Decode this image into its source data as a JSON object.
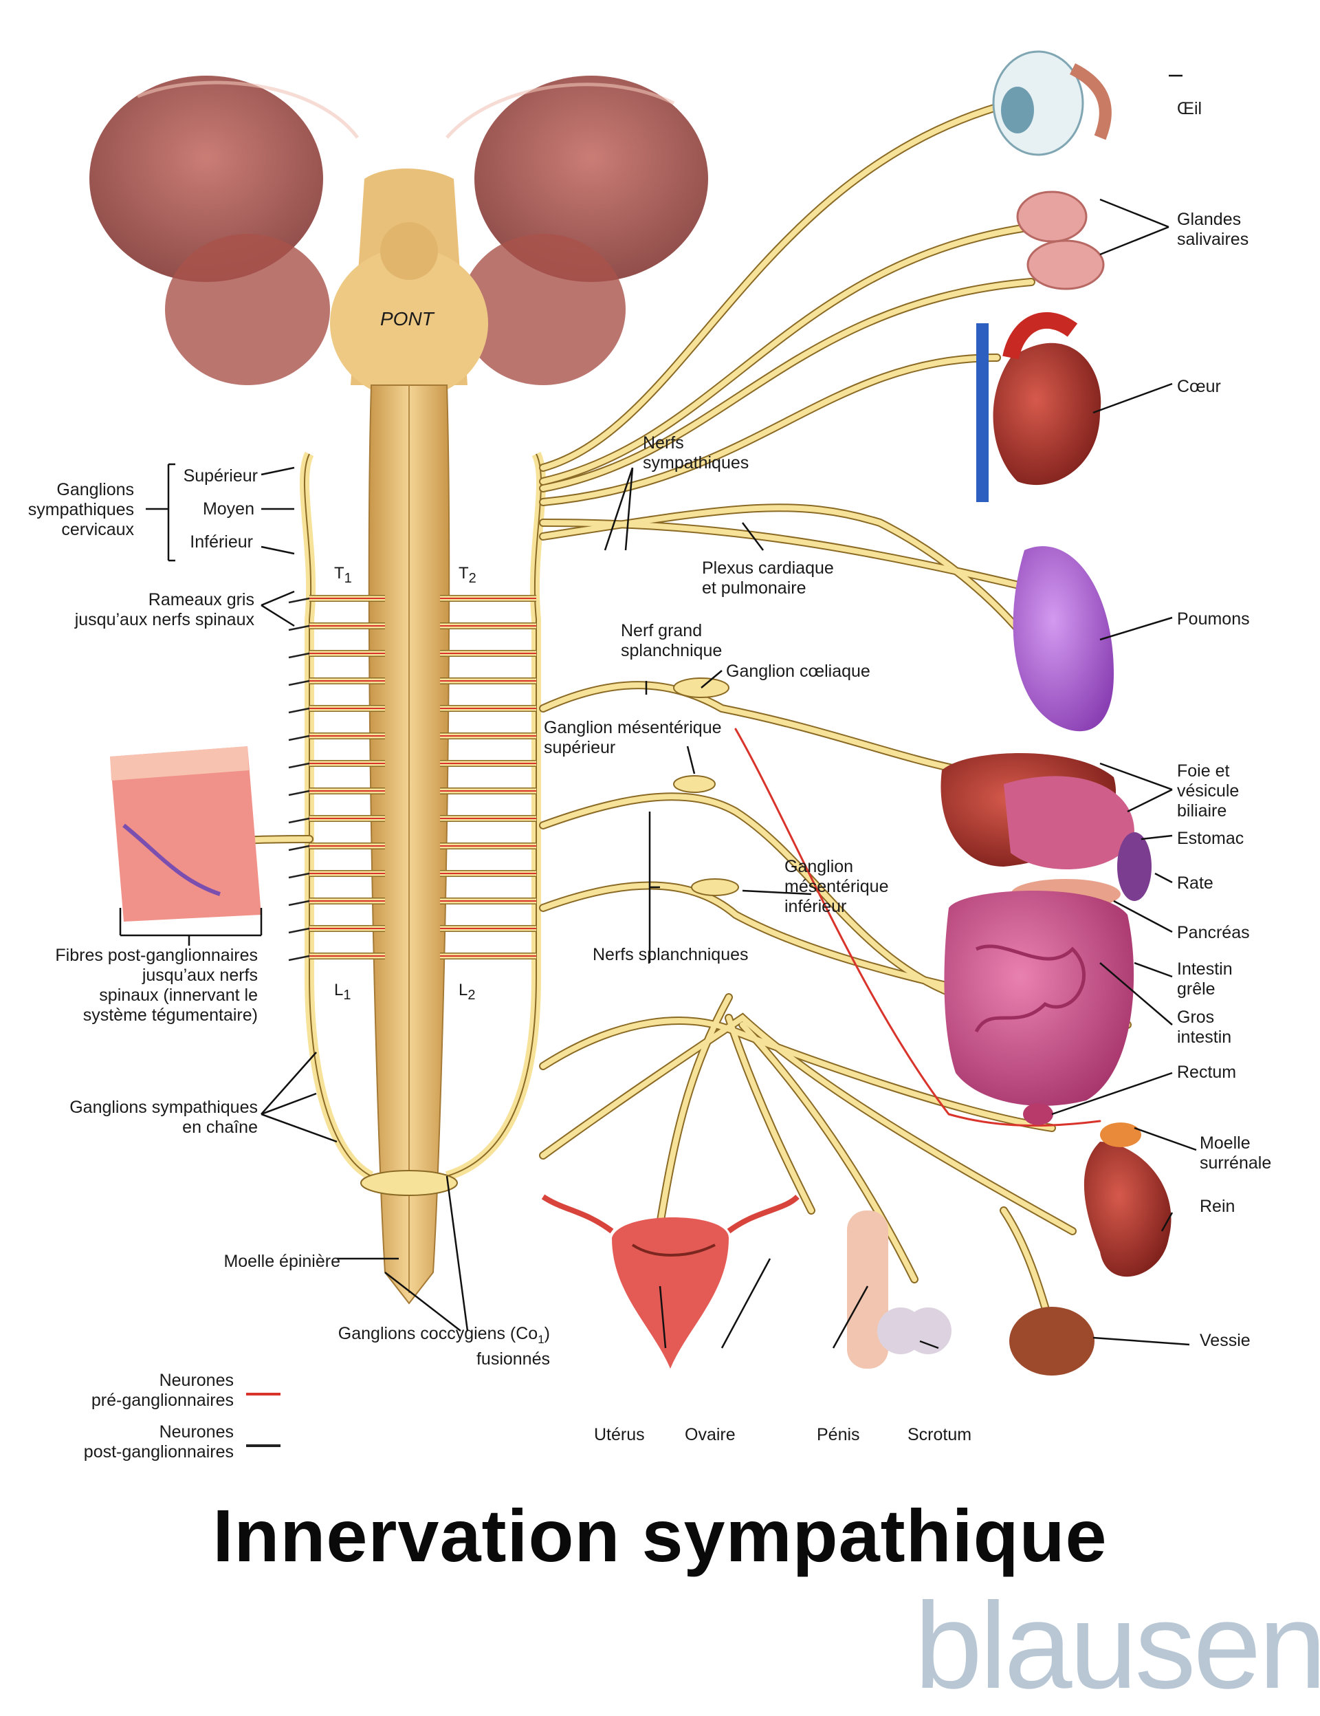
{
  "title": "Innervation sympathique",
  "brand": "blausen",
  "center": {
    "pont": "PONT",
    "t1": "T",
    "t1_sub": "1",
    "t2": "T",
    "t2_sub": "2",
    "l1": "L",
    "l1_sub": "1",
    "l2": "L",
    "l2_sub": "2"
  },
  "labels": {
    "ganglions_cervicaux": "Ganglions\nsympathiques\ncervicaux",
    "superieur": "Supérieur",
    "moyen": "Moyen",
    "inferieur": "Inférieur",
    "rameaux_gris": "Rameaux gris\njusqu’aux nerfs spinaux",
    "fibres_post": "Fibres post-ganglionnaires\njusqu’aux nerfs\nspinaux (innervant le\nsystème tégumentaire)",
    "ganglions_chaine": "Ganglions sympathiques\nen chaîne",
    "moelle_epiniere": "Moelle épinière",
    "ganglions_coccygiens": "Ganglions coccygiens (Co",
    "coccygiens_sub": "1",
    "coccygiens_end": ")\nfusionnés",
    "nerfs_sympathiques": "Nerfs\nsympathiques",
    "plexus": "Plexus cardiaque\net pulmonaire",
    "nerf_grand": "Nerf grand\nsplanchnique",
    "ganglion_coeliaque": "Ganglion cœliaque",
    "ganglion_mes_sup": "Ganglion mésentérique\nsupérieur",
    "ganglion_mes_inf": "Ganglion\nmésentérique\ninférieur",
    "nerfs_splanchniques": "Nerfs splanchniques",
    "oeil": "Œil",
    "glandes": "Glandes\nsalivaires",
    "coeur": "Cœur",
    "poumons": "Poumons",
    "foie": "Foie et\nvésicule\nbiliaire",
    "estomac": "Estomac",
    "rate": "Rate",
    "pancreas": "Pancréas",
    "intestin_grele": "Intestin\ngrêle",
    "gros_intestin": "Gros\nintestin",
    "rectum": "Rectum",
    "moelle_surrenale": "Moelle\nsurrénale",
    "rein": "Rein",
    "vessie": "Vessie",
    "uterus": "Utérus",
    "ovaire": "Ovaire",
    "penis": "Pénis",
    "scrotum": "Scrotum"
  },
  "legend": {
    "pre": "Neurones\npré-ganglionnaires",
    "post": "Neurones\npost-ganglionnaires",
    "pre_color": "#d9342b",
    "post_color": "#222222"
  },
  "colors": {
    "nerve": "#f7e29a",
    "nerve_outline": "#8a6a24",
    "spine": "#d9b36a",
    "pre_fiber": "#d9342b"
  }
}
